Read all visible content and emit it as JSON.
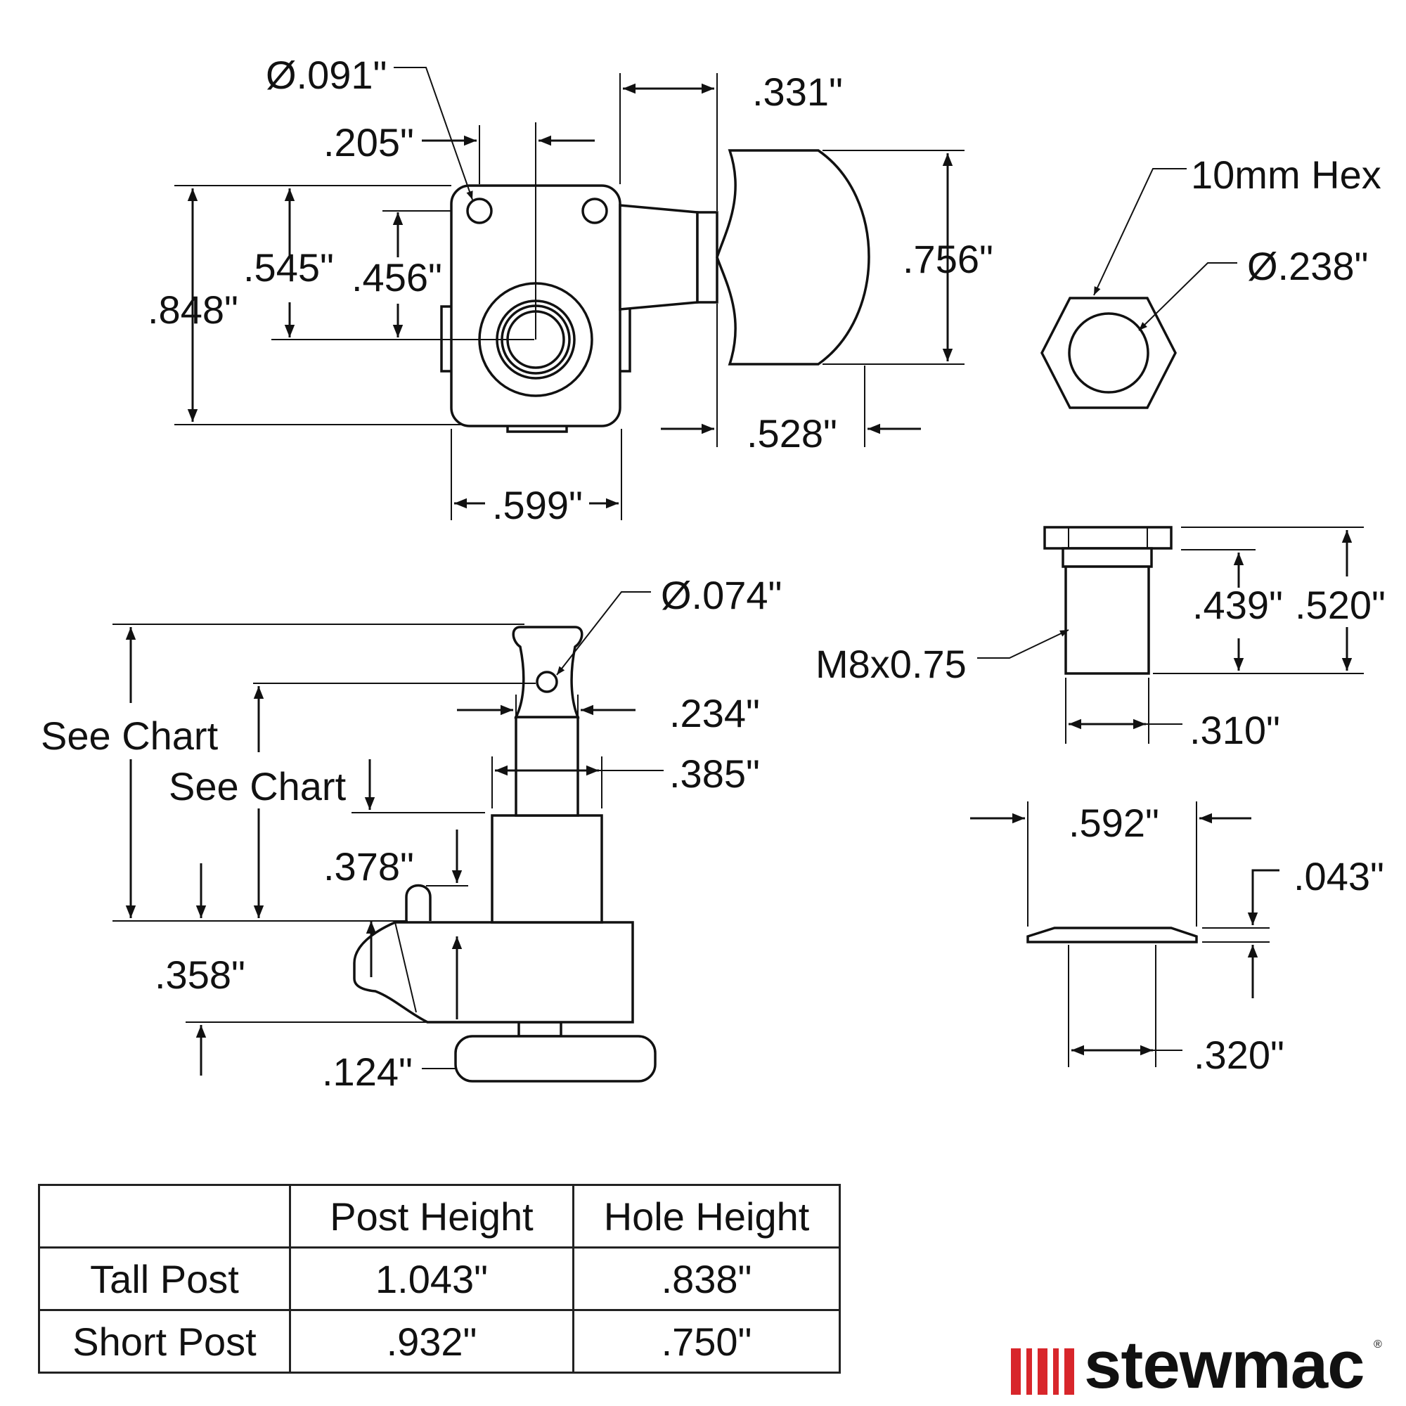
{
  "top_view": {
    "hole_diameter": "Ø.091\"",
    "hole_offset": ".205\"",
    "shaft_length": ".331\"",
    "hole_to_post": ".545\"",
    "post_offset": ".456\"",
    "housing_height": ".848\"",
    "housing_width": ".599\"",
    "button_height": ".756\"",
    "button_width": ".528\""
  },
  "hex_view": {
    "hex_label": "10mm Hex",
    "hole_diameter": "Ø.238\""
  },
  "side_view": {
    "string_hole_diameter": "Ø.074\"",
    "post_height_label": "See Chart",
    "hole_height_label": "See Chart",
    "post_top_diameter": ".234\"",
    "post_diameter": ".385\"",
    "pin_height": ".378\"",
    "body_height": ".358\"",
    "knob_height": ".124\""
  },
  "bushing_view": {
    "thread_label": "M8x0.75",
    "thread_length": ".439\"",
    "total_length": ".520\"",
    "thread_diameter": ".310\""
  },
  "washer_view": {
    "outer_diameter": ".592\"",
    "thickness": ".043\"",
    "inner_diameter": ".320\""
  },
  "chart": {
    "headers": [
      "",
      "Post Height",
      "Hole Height"
    ],
    "rows": [
      {
        "label": "Tall Post",
        "post_height": "1.043\"",
        "hole_height": ".838\""
      },
      {
        "label": "Short Post",
        "post_height": ".932\"",
        "hole_height": ".750\""
      }
    ]
  },
  "brand": {
    "name": "stewmac",
    "registered": "®",
    "accent_color": "#d8262b"
  }
}
